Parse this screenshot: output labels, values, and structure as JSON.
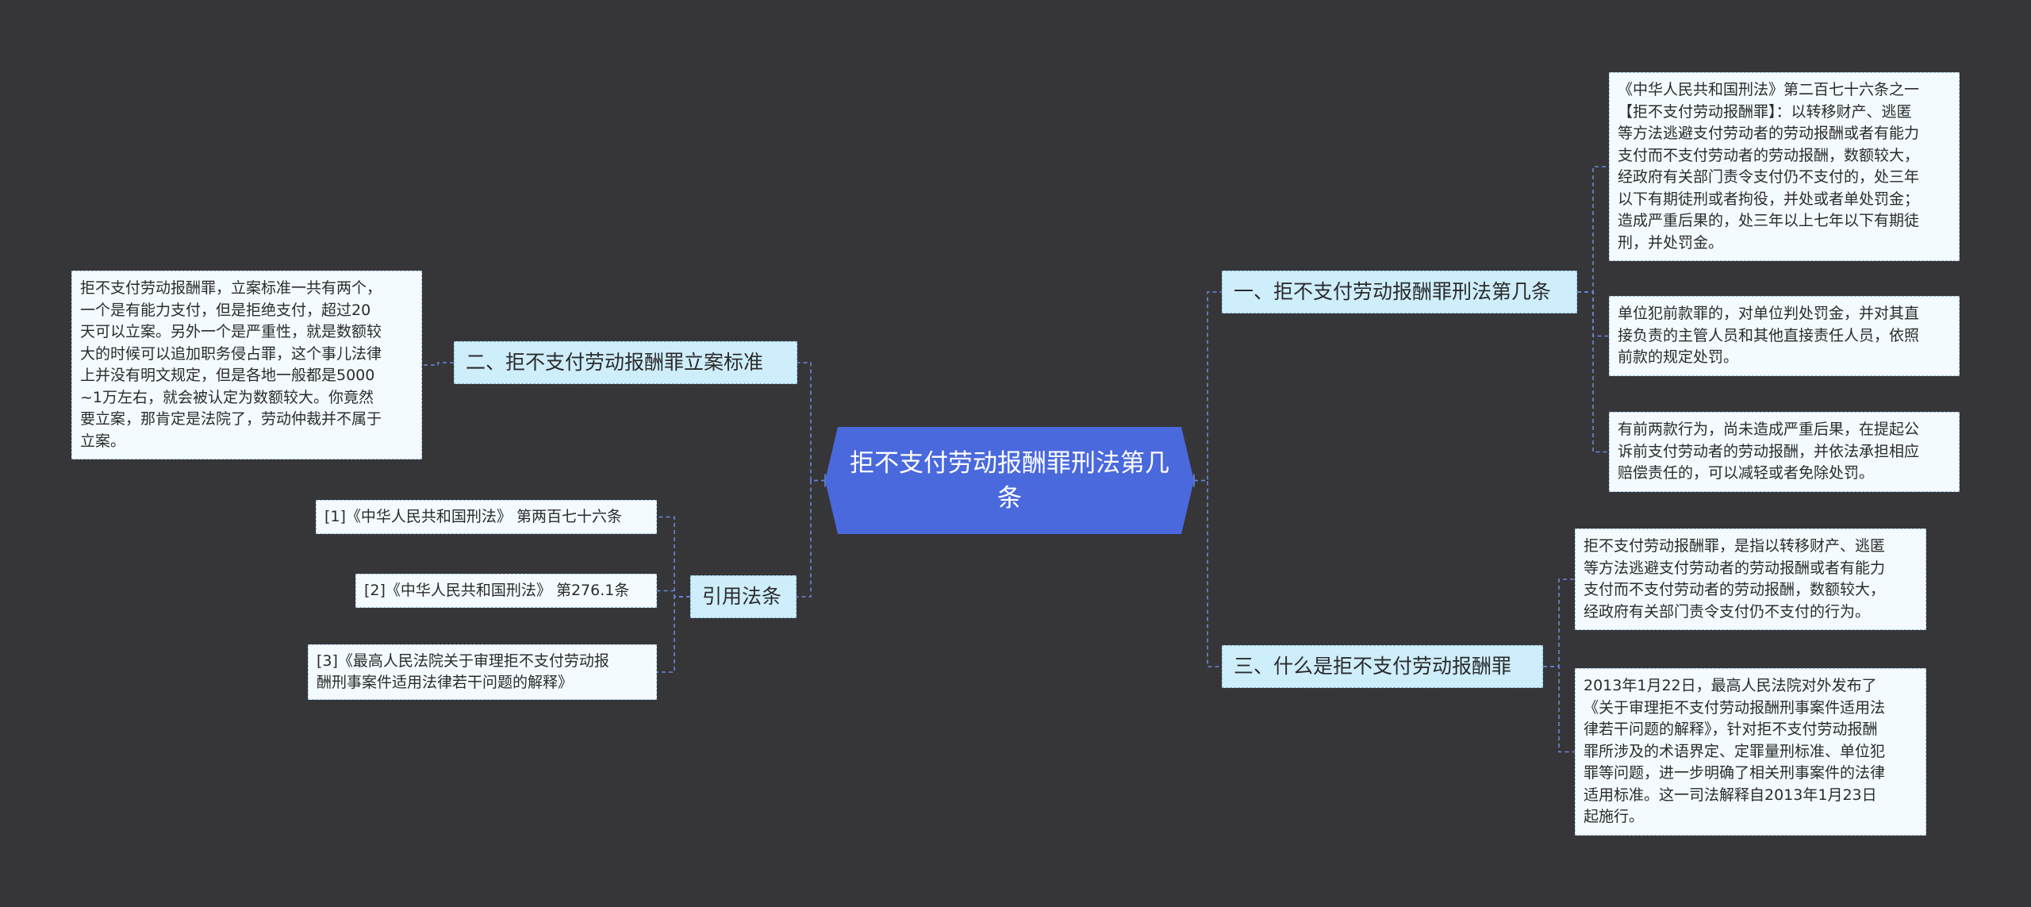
{
  "center": {
    "title": "拒不支付劳动报酬罪刑法第几条"
  },
  "branches": {
    "b1": {
      "label": "一、拒不支付劳动报酬罪刑法第几条"
    },
    "b2": {
      "label": "二、拒不支付劳动报酬罪立案标准"
    },
    "b3": {
      "label": "三、什么是拒不支付劳动报酬罪"
    },
    "b4": {
      "label": "引用法条"
    }
  },
  "leaves": {
    "b1_1": "《中华人民共和国刑法》第二百七十六条之一\n【拒不支付劳动报酬罪】：以转移财产、逃匿\n等方法逃避支付劳动者的劳动报酬或者有能力\n支付而不支付劳动者的劳动报酬，数额较大，\n经政府有关部门责令支付仍不支付的，处三年\n以下有期徒刑或者拘役，并处或者单处罚金；\n造成严重后果的，处三年以上七年以下有期徒\n刑，并处罚金。",
    "b1_2": "单位犯前款罪的，对单位判处罚金，并对其直\n接负责的主管人员和其他直接责任人员，依照\n前款的规定处罚。",
    "b1_3": "有前两款行为，尚未造成严重后果，在提起公\n诉前支付劳动者的劳动报酬，并依法承担相应\n赔偿责任的，可以减轻或者免除处罚。",
    "b2_1": "拒不支付劳动报酬罪，立案标准一共有两个，\n一个是有能力支付，但是拒绝支付，超过20\n天可以立案。另外一个是严重性，就是数额较\n大的时候可以追加职务侵占罪，这个事儿法律\n上并没有明文规定，但是各地一般都是5000\n~1万左右，就会被认定为数额较大。你竟然\n要立案，那肯定是法院了，劳动仲裁并不属于\n立案。",
    "b3_1": "拒不支付劳动报酬罪，是指以转移财产、逃匿\n等方法逃避支付劳动者的劳动报酬或者有能力\n支付而不支付劳动者的劳动报酬，数额较大，\n经政府有关部门责令支付仍不支付的行为。",
    "b3_2": "2013年1月22日，最高人民法院对外发布了\n《关于审理拒不支付劳动报酬刑事案件适用法\n律若干问题的解释》，针对拒不支付劳动报酬\n罪所涉及的术语界定、定罪量刑标准、单位犯\n罪等问题，进一步明确了相关刑事案件的法律\n适用标准。这一司法解释自2013年1月23日\n起施行。",
    "b4_1": "[1]《中华人民共和国刑法》 第两百七十六条",
    "b4_2": "[2]《中华人民共和国刑法》 第276.1条",
    "b4_3": "[3]《最高人民法院关于审理拒不支付劳动报\n酬刑事案件适用法律若干问题的解释》"
  },
  "colors": {
    "background": "#363638",
    "center_fill": "#4a69dd",
    "branch_fill": "#cfeefc",
    "leaf_fill": "#f3fbff",
    "connector": "#6a86dc"
  }
}
